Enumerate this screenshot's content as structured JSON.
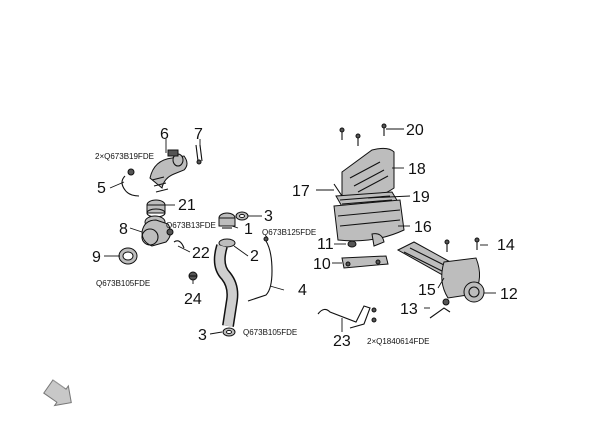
{
  "callouts": {
    "c1": "1",
    "c2": "2",
    "c3a": "3",
    "c3b": "3",
    "c4": "4",
    "c5": "5",
    "c6": "6",
    "c7": "7",
    "c8": "8",
    "c9": "9",
    "c10": "10",
    "c11": "11",
    "c12": "12",
    "c13": "13",
    "c14": "14",
    "c15": "15",
    "c16": "16",
    "c17": "17",
    "c18": "18",
    "c19": "19",
    "c20": "20",
    "c21": "21",
    "c22": "22",
    "c23": "23",
    "c24": "24"
  },
  "codes": {
    "k1": "2×Q673B19FDE",
    "k2": "Q673B13FDE",
    "k3": "Q673B105FDE",
    "k4": "Q673B125FDE",
    "k5": "Q673B105FDE",
    "k6": "2×Q1840614FDE"
  },
  "nav": {
    "icon": "next-page-arrow-icon"
  }
}
